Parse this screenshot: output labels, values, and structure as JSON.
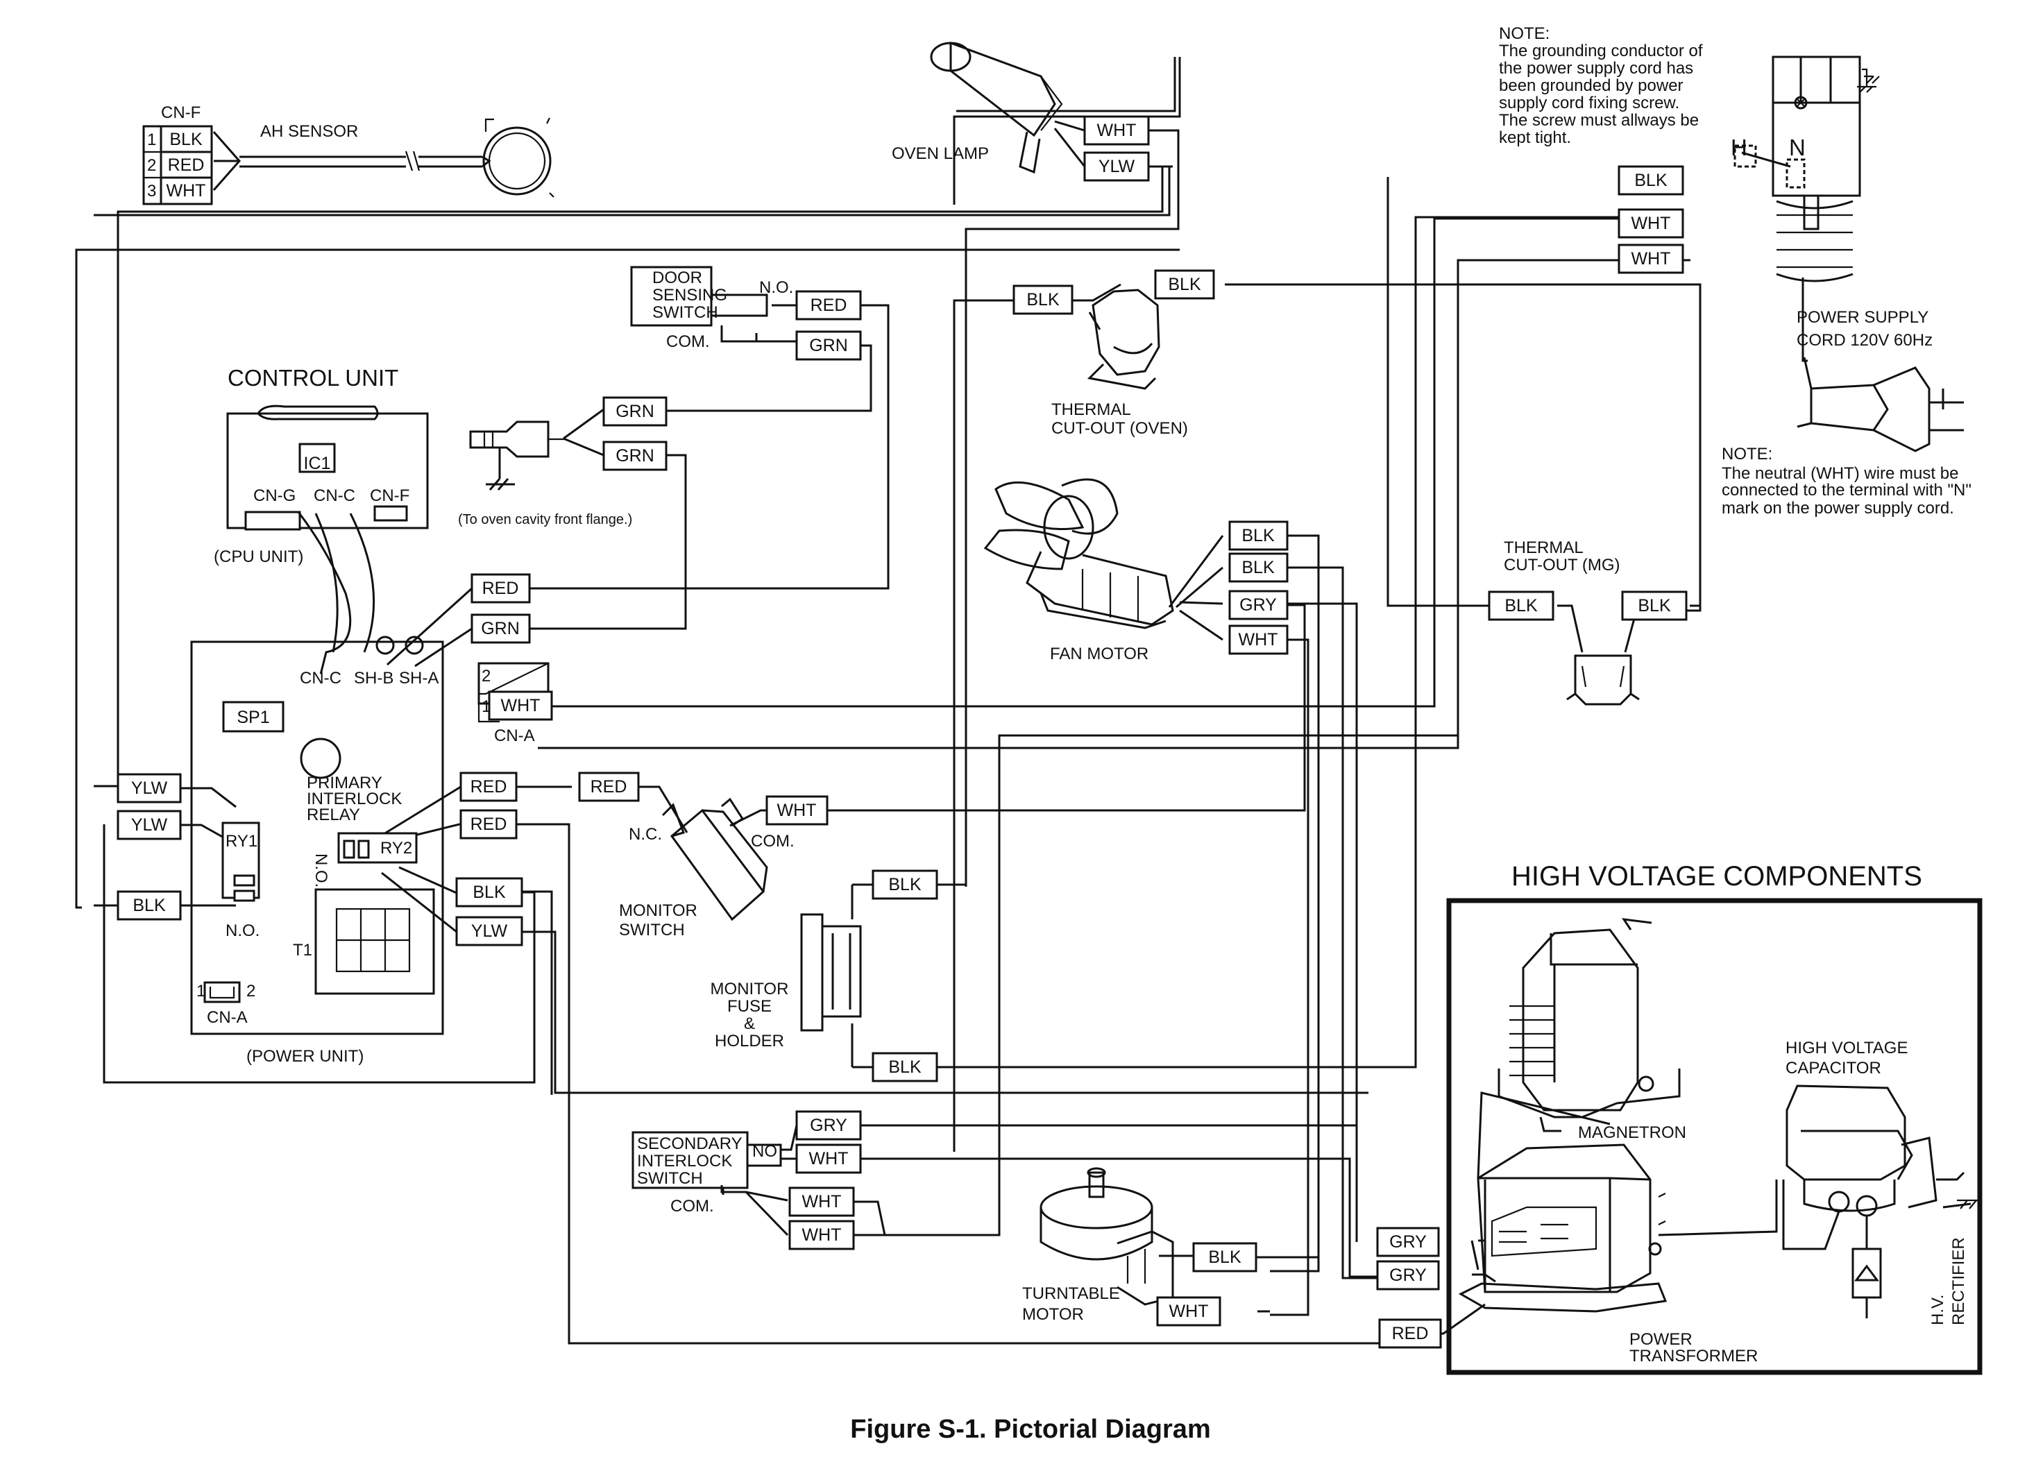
{
  "figure_caption": "Figure S-1. Pictorial Diagram",
  "components": {
    "control_unit": "CONTROL UNIT",
    "cpu_unit": "(CPU UNIT)",
    "power_unit": "(POWER UNIT)",
    "ah_sensor": "AH SENSOR",
    "oven_lamp": "OVEN LAMP",
    "door_sensing_switch": [
      "DOOR",
      "SENSING",
      "SWITCH"
    ],
    "thermal_cutout_oven": [
      "THERMAL",
      "CUT-OUT (OVEN)"
    ],
    "thermal_cutout_mg": [
      "THERMAL",
      "CUT-OUT (MG)"
    ],
    "fan_motor": "FAN MOTOR",
    "monitor_switch": [
      "MONITOR",
      "SWITCH"
    ],
    "monitor_fuse": [
      "MONITOR",
      "FUSE",
      "&",
      "HOLDER"
    ],
    "secondary_interlock": [
      "SECONDARY",
      "INTERLOCK",
      "SWITCH"
    ],
    "turntable_motor": [
      "TURNTABLE",
      "MOTOR"
    ],
    "primary_interlock_relay": [
      "PRIMARY",
      "INTERLOCK",
      "RELAY"
    ],
    "power_supply_cord": [
      "POWER SUPPLY",
      "CORD 120V 60Hz"
    ],
    "cavity_flange": "(To oven cavity front flange.)"
  },
  "high_voltage": {
    "title": "HIGH VOLTAGE COMPONENTS",
    "magnetron": "MAGNETRON",
    "capacitor": [
      "HIGH VOLTAGE",
      "CAPACITOR"
    ],
    "rectifier": [
      "H.V.",
      "RECTIFIER"
    ],
    "transformer": [
      "POWER",
      "TRANSFORMER"
    ]
  },
  "notes": {
    "grounding": [
      "NOTE:",
      "The grounding conductor of",
      "the power supply cord has",
      "been grounded by power",
      "supply cord fixing screw.",
      "The screw must allways be",
      "kept tight."
    ],
    "neutral": [
      "NOTE:",
      "The neutral (WHT) wire must be",
      "connected to the terminal with \"N\"",
      "mark on the power supply cord."
    ]
  },
  "small_labels": {
    "cn_f": "CN-F",
    "cn_g": "CN-G",
    "cn_c": "CN-C",
    "cn_c2": "CN-C",
    "cn_f2": "CN-F",
    "ic1": "IC1",
    "sp1": "SP1",
    "ry1": "RY1",
    "ry2": "RY2",
    "t1": "T1",
    "cn_a": "CN-A",
    "cn_a2": "CN-A",
    "sh_b": "SH-B",
    "sh_a": "SH-A",
    "no": "N.O.",
    "no_ry1": "N.O.",
    "no_relay": "N.O.",
    "no_sec": "NO",
    "com": "COM.",
    "com_mon": "COM.",
    "com_sec": "COM.",
    "nc": "N.C.",
    "h": "H",
    "n": "N",
    "pin1": "1",
    "pin2": "2",
    "cna_1": "1",
    "cna_2": "2",
    "cnf_1": "1",
    "cnf_2": "2",
    "cnf_3": "3"
  },
  "wire_tags": {
    "cnf_blk": "BLK",
    "cnf_red": "RED",
    "cnf_wht": "WHT",
    "lamp_wht": "WHT",
    "lamp_ylw": "YLW",
    "ds_red": "RED",
    "ds_grn": "GRN",
    "gnd_grn1": "GRN",
    "gnd_grn2": "GRN",
    "shb_red": "RED",
    "sha_grn": "GRN",
    "cna_wht": "WHT",
    "ylw1": "YLW",
    "ylw2": "YLW",
    "blk_left": "BLK",
    "pir_red1": "RED",
    "pir_red2": "RED",
    "red_mid": "RED",
    "pir_blk": "BLK",
    "pir_ylw": "YLW",
    "mon_wht": "WHT",
    "fuse_blk1": "BLK",
    "fuse_blk2": "BLK",
    "tco_blk1": "BLK",
    "tco_blk2": "BLK",
    "fan_blk1": "BLK",
    "fan_blk2": "BLK",
    "fan_gry": "GRY",
    "fan_wht": "WHT",
    "cord_blk": "BLK",
    "cord_wht1": "WHT",
    "cord_wht2": "WHT",
    "mg_blk1": "BLK",
    "mg_blk2": "BLK",
    "sec_gry": "GRY",
    "sec_wht1": "WHT",
    "sec_wht2": "WHT",
    "sec_wht3": "WHT",
    "tt_blk": "BLK",
    "tt_wht": "WHT",
    "pt_gry1": "GRY",
    "pt_gry2": "GRY",
    "pt_red": "RED"
  }
}
